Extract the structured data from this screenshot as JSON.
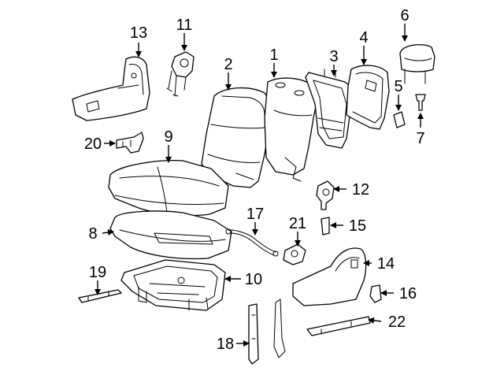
{
  "callouts": [
    "1",
    "2",
    "3",
    "4",
    "5",
    "6",
    "7",
    "8",
    "9",
    "10",
    "11",
    "12",
    "13",
    "14",
    "15",
    "16",
    "17",
    "18",
    "19",
    "20",
    "21",
    "22"
  ]
}
